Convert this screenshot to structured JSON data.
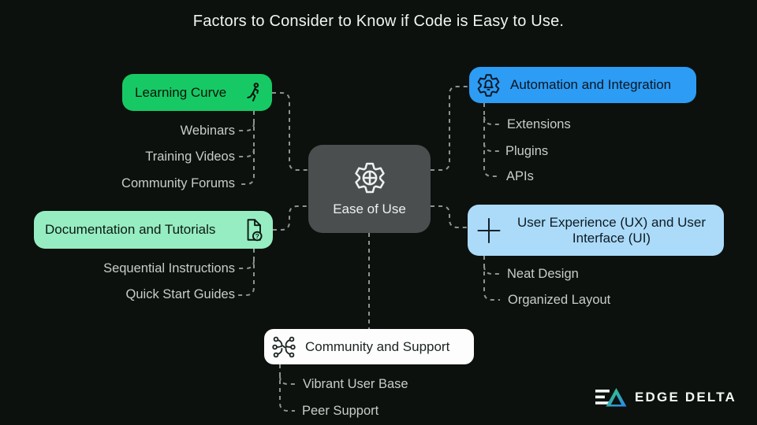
{
  "title": "Factors to Consider to Know if Code is Easy to Use.",
  "center": {
    "label": "Ease of Use",
    "icon": "gear-crosshair-icon"
  },
  "branches": {
    "learning": {
      "label": "Learning Curve",
      "icon": "running-person-icon",
      "color": "#17c964",
      "children": [
        {
          "label": "Webinars"
        },
        {
          "label": "Training Videos"
        },
        {
          "label": "Community Forums"
        }
      ]
    },
    "documentation": {
      "label": "Documentation and Tutorials",
      "icon": "document-question-icon",
      "icon_glyph": "?",
      "color": "#96edc2",
      "children": [
        {
          "label": "Sequential Instructions"
        },
        {
          "label": "Quick Start Guides"
        }
      ]
    },
    "automation": {
      "label": "Automation and Integration",
      "icon": "gear-bell-icon",
      "color": "#2d9cf4",
      "children": [
        {
          "label": "Extensions"
        },
        {
          "label": "Plugins"
        },
        {
          "label": "APIs"
        }
      ]
    },
    "ux": {
      "label": "User Experience (UX) and User Interface (UI)",
      "icon": "plus-icon",
      "color": "#abdbf9",
      "children": [
        {
          "label": "Neat Design"
        },
        {
          "label": "Organized Layout"
        }
      ]
    },
    "community": {
      "label": "Community and Support",
      "icon": "network-icon",
      "color": "#fdfdfd",
      "children": [
        {
          "label": "Vibrant User Base"
        },
        {
          "label": "Peer Support"
        }
      ]
    }
  },
  "logo": {
    "text": "EDGE DELTA"
  },
  "colors": {
    "background": "#0c110d",
    "center_node": "#4a4e4f",
    "learning_green": "#17c964",
    "documentation_mint": "#96edc2",
    "automation_blue": "#2d9cf4",
    "ux_light_blue": "#abdbf9",
    "community_white": "#fdfdfd",
    "connector_gray": "#8b9492",
    "child_text": "#c8cdcb",
    "logo_green": "#35cd72",
    "logo_blue": "#2c86f2"
  }
}
